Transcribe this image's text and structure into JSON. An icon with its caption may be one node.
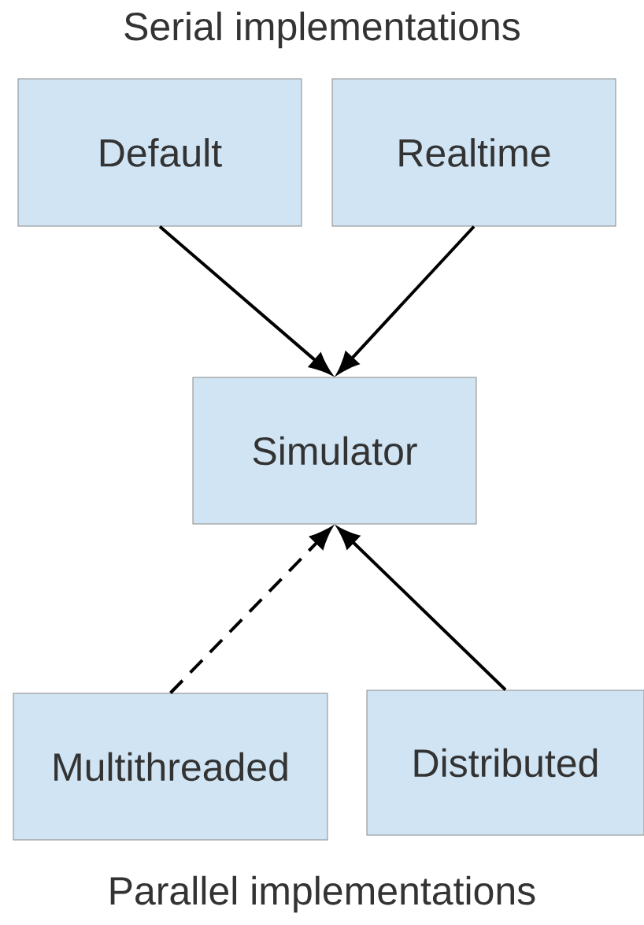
{
  "diagram": {
    "nodes": [
      {
        "text": [
          "Default"
        ]
      },
      {
        "text": [
          "Realtime"
        ]
      },
      {
        "text": [
          "Simulator"
        ]
      },
      {
        "text": [
          "Multithreaded"
        ]
      },
      {
        "text": [
          "Distributed"
        ]
      }
    ],
    "edges": [
      {
        "from": 0,
        "to": 2,
        "arrow": "to"
      },
      {
        "from": 1,
        "to": 2,
        "arrow": "to"
      },
      {
        "from": 3,
        "to": 2,
        "arrow": "to",
        "style": "dashed"
      },
      {
        "from": 4,
        "to": 2,
        "arrow": "to"
      }
    ],
    "labels": [
      "Serial implementations",
      "Parallel implementations"
    ]
  }
}
